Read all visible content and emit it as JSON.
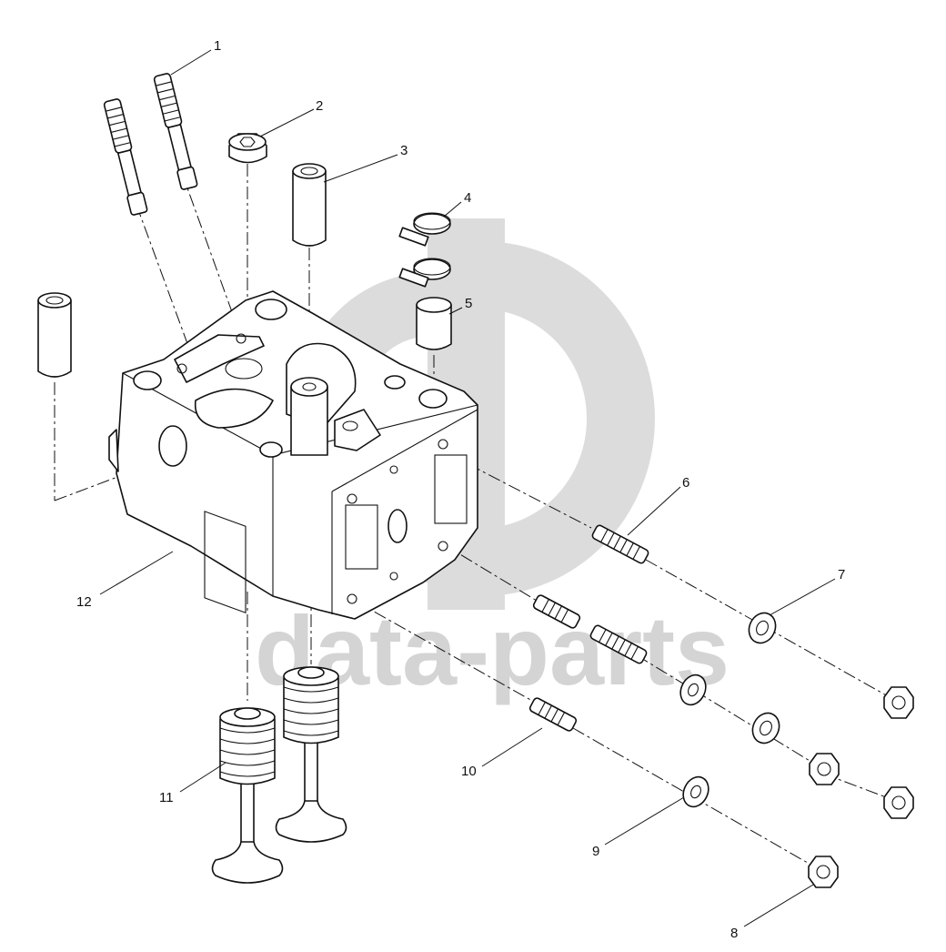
{
  "diagram": {
    "watermark": {
      "text": "data-parts",
      "color": "#d9d9d9"
    },
    "callouts": [
      "1",
      "2",
      "3",
      "4",
      "5",
      "6",
      "7",
      "8",
      "9",
      "10",
      "11",
      "12"
    ]
  }
}
